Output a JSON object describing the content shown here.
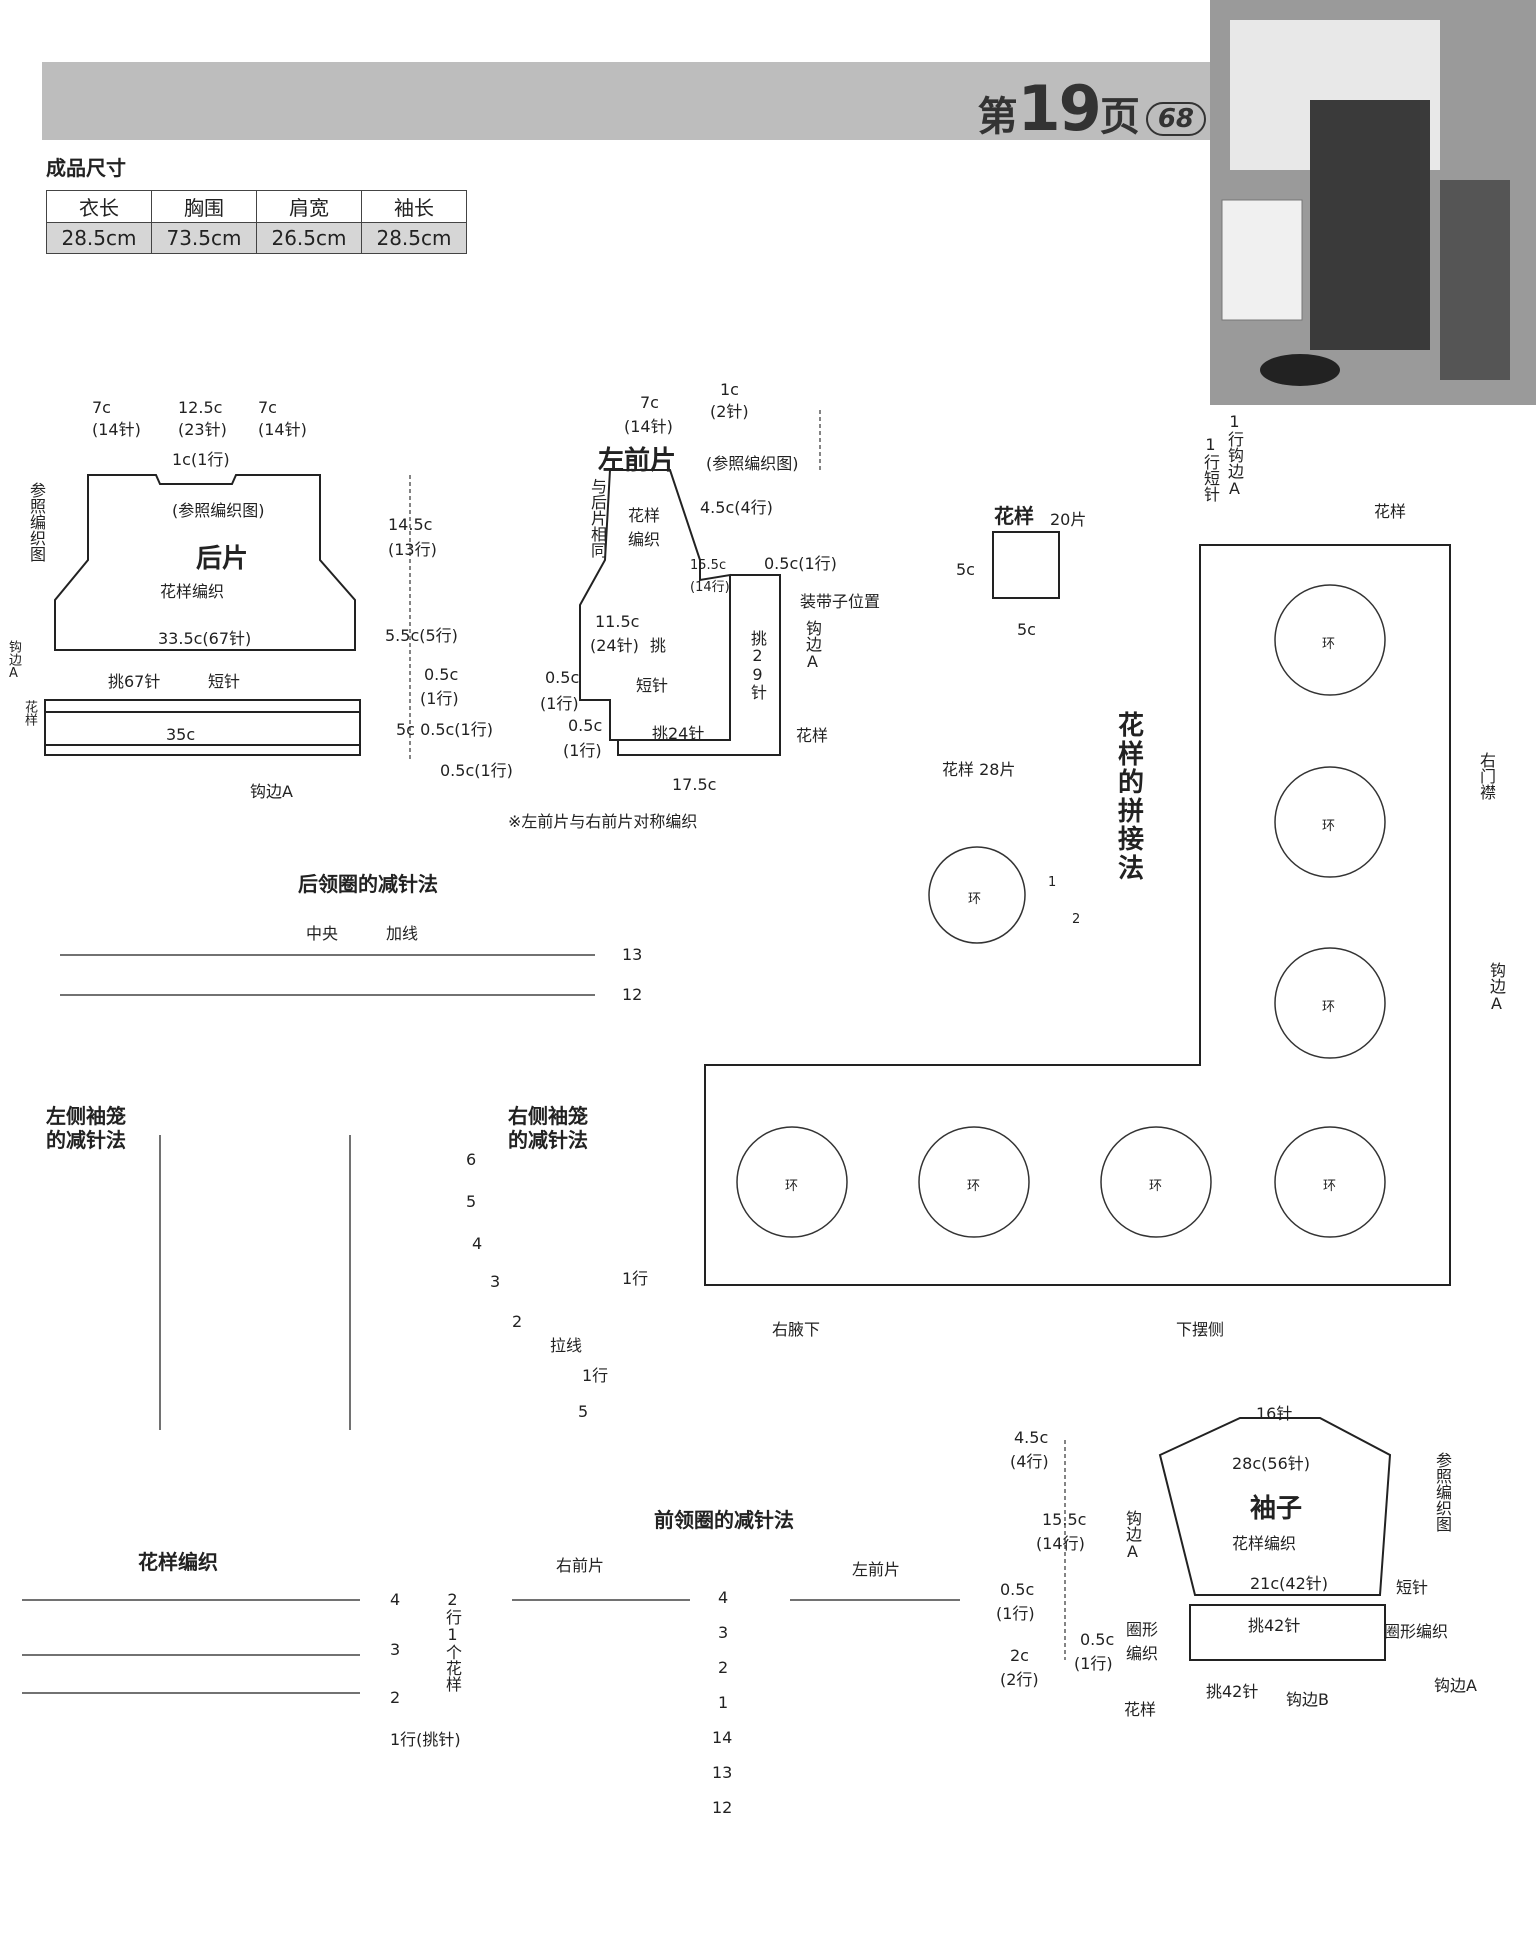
{
  "header": {
    "page_prefix": "第",
    "page_number": "19",
    "page_suffix": "页",
    "badge": "68"
  },
  "sizes": {
    "title": "成品尺寸",
    "headers": [
      "衣长",
      "胸围",
      "肩宽",
      "袖长"
    ],
    "values": [
      "28.5cm",
      "73.5cm",
      "26.5cm",
      "28.5cm"
    ]
  },
  "back": {
    "title": "后片",
    "pattern": "花样编织",
    "ref_side": "参照编织图",
    "ref_neck": "(参照编织图)",
    "w1": "7c",
    "w1s": "(14针)",
    "w2": "12.5c",
    "w2s": "(23针)",
    "w3": "7c",
    "w3s": "(14针)",
    "neck": "1c(1行)",
    "h1": "14.5c",
    "h1r": "(13行)",
    "width": "33.5c(67针)",
    "h2": "5.5c(5行)",
    "pick": "挑67针",
    "short": "短针",
    "edgeA": "钩边A",
    "flower": "花样",
    "band": "35c",
    "r1": "0.5c",
    "r1r": "(1行)",
    "r2": "5c 0.5c(1行)",
    "r3": "0.5c(1行)",
    "edgeA2": "钩边A"
  },
  "left_front": {
    "title": "左前片",
    "same": "与后片相同",
    "pattern": "花样编织",
    "w1": "7c",
    "w1s": "(14针)",
    "w2": "1c",
    "w2s": "(2针)",
    "ref": "(参照编织图)",
    "neck": "4.5c(4行)",
    "neck2": "15.5c",
    "neck2s": "(14行)",
    "edge_row": "0.5c(1行)",
    "tie": "装带子位置",
    "edgeA": "钩边A",
    "pick29": "挑29针",
    "width": "11.5c",
    "widths": "(24针)",
    "pick": "挑",
    "short": "短针",
    "r1": "0.5c",
    "r1r": "(1行)",
    "r2": "0.5c",
    "r2r": "(1行)",
    "pick24": "挑24针",
    "flower": "花样",
    "bottom": "17.5c",
    "note": "※左前片与右前片对称编织"
  },
  "motif": {
    "title": "花样",
    "count": "20片",
    "w": "5c",
    "h": "5c"
  },
  "motif28": {
    "title": "花样 28片",
    "ring": "环",
    "row1": "1",
    "row2": "2"
  },
  "joining": {
    "title": "花样的拼接法",
    "col1": "1行短针",
    "col2": "1行钩边A",
    "flower": "花样",
    "right_placket": "右门襟",
    "edgeA": "钩边A",
    "ring": "环",
    "row1": "1行",
    "underarm": "右腋下",
    "hem": "下摆侧"
  },
  "back_neck": {
    "title": "后领圈的减针法",
    "center": "中央",
    "add": "加线",
    "r13": "13",
    "r12": "12"
  },
  "left_arm": {
    "title": "左侧袖笼的减针法"
  },
  "right_arm": {
    "title": "右侧袖笼的减针法",
    "pull": "拉线",
    "rows": [
      "6",
      "5",
      "4",
      "3",
      "2",
      "1行",
      "5"
    ]
  },
  "pattern": {
    "title": "花样编织",
    "rows": [
      "4",
      "3",
      "2",
      "1行(挑针)"
    ],
    "repeat": "2行1个花样"
  },
  "front_neck": {
    "title": "前领圈的减针法",
    "right": "右前片",
    "left": "左前片",
    "rows": [
      "4",
      "3",
      "2",
      "1",
      "14",
      "13",
      "12"
    ]
  },
  "sleeve": {
    "title": "袖子",
    "pattern": "花样编织",
    "top": "16针",
    "width": "28c(56针)",
    "ref": "参照编织图",
    "h1": "4.5c",
    "h1r": "(4行)",
    "h2": "15.5c",
    "h2r": "(14行)",
    "h3": "0.5c",
    "h3r": "(1行)",
    "h4": "2c",
    "h4r": "(2行)",
    "h5": "0.5c",
    "h5r": "(1行)",
    "edgeA": "钩边A",
    "w2": "21c(42针)",
    "short": "短针",
    "pick42": "挑42针",
    "round": "圈形编织",
    "round2": "圈形编织",
    "flower": "花样",
    "pick42b": "挑42针",
    "edgeB": "钩边B",
    "edgeA2": "钩边A"
  }
}
